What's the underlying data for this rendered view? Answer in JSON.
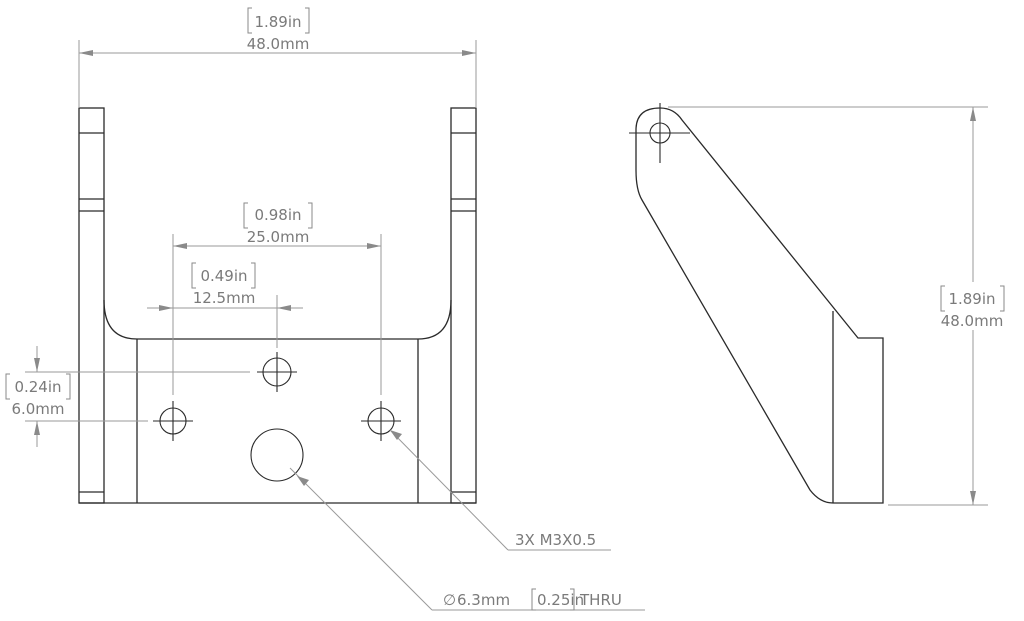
{
  "drawing": {
    "front_view": {
      "overall_width": {
        "inch": "1.89in",
        "mm": "48.0mm"
      },
      "hole_spacing_outer": {
        "inch": "0.98in",
        "mm": "25.0mm"
      },
      "hole_spacing_center": {
        "inch": "0.49in",
        "mm": "12.5mm"
      },
      "hole_vertical_offset": {
        "inch": "0.24in",
        "mm": "6.0mm"
      }
    },
    "side_view": {
      "overall_height": {
        "inch": "1.89in",
        "mm": "48.0mm"
      }
    },
    "callouts": {
      "tapped_holes": "3X M3X0.5",
      "thru_hole_symbol": "∅",
      "thru_hole_mm": "6.3mm",
      "thru_hole_inch": "0.25in",
      "thru_hole_suffix": "THRU"
    },
    "colors": {
      "part_line": "#2a2a2a",
      "dimension_line": "#9a9a9a",
      "dimension_text": "#7a7a7a",
      "background": "#ffffff"
    }
  }
}
